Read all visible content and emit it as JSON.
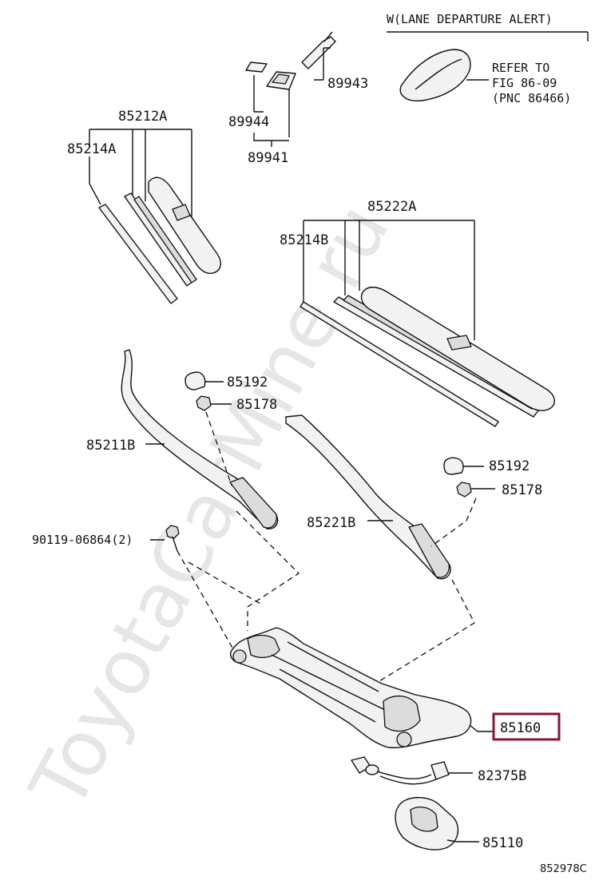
{
  "watermark": "ToyotaCarMine.ru",
  "drawing_code": "852978C",
  "option_note": {
    "title": "W(LANE DEPARTURE ALERT)",
    "refer_line1": "REFER TO",
    "refer_line2": "FIG 86-09",
    "refer_line3": "(PNC 86466)"
  },
  "parts": [
    {
      "pnc": "85212A"
    },
    {
      "pnc": "85214A"
    },
    {
      "pnc": "89943"
    },
    {
      "pnc": "89944"
    },
    {
      "pnc": "89941"
    },
    {
      "pnc": "85222A"
    },
    {
      "pnc": "85214B"
    },
    {
      "pnc": "85192"
    },
    {
      "pnc": "85178"
    },
    {
      "pnc": "85211B"
    },
    {
      "pnc": "85192"
    },
    {
      "pnc": "85178"
    },
    {
      "pnc": "85221B"
    },
    {
      "pnc": "90119-06864(2)"
    },
    {
      "pnc": "85160",
      "highlighted": true
    },
    {
      "pnc": "82375B"
    },
    {
      "pnc": "85110"
    }
  ],
  "colors": {
    "highlight": "#8a1538",
    "ink": "#111111",
    "watermark": "#e6e6e6"
  }
}
